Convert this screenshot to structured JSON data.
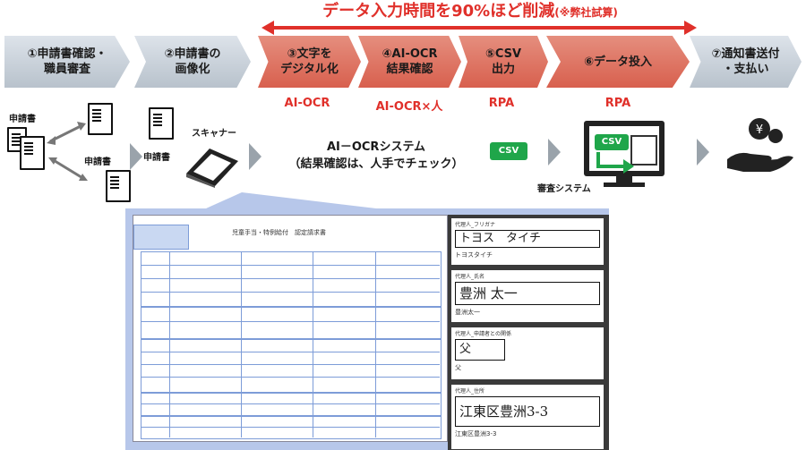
{
  "banner": {
    "main": "データ入力時間を90%ほど削減",
    "note": "(※弊社試算)"
  },
  "colors": {
    "accent_red": "#e0302a",
    "csv_green": "#1fa64a",
    "panel_blue": "#b7c7ea"
  },
  "steps": [
    {
      "label": "①申請書確認・\n職員審査"
    },
    {
      "label": "②申請書の\n画像化"
    },
    {
      "label": "③文字を\nデジタル化"
    },
    {
      "label": "④AI-OCR\n結果確認"
    },
    {
      "label": "⑤CSV\n出力"
    },
    {
      "label": "⑥データ投入"
    },
    {
      "label": "⑦通知書送付\n・支払い"
    }
  ],
  "tools": {
    "t3": "AI-OCR",
    "t4": "AI-OCR×人",
    "t5": "RPA",
    "t6": "RPA"
  },
  "row2": {
    "shinseisho_1": "申請書",
    "shinseisho_2": "申請書",
    "shinseisho_3": "申請書",
    "scanner": "スキャナー",
    "ocr_system_line1": "AI－OCRシステム",
    "ocr_system_line2": "（結果確認は、人手でチェック）",
    "csv_1": "CSV",
    "csv_2": "CSV",
    "shinsa_system": "審査システム",
    "icons": [
      "document-icon",
      "scanner-icon",
      "monitor-icon",
      "yen-hand-icon"
    ]
  },
  "form": {
    "title": "児童手当・特例給付　認定請求書"
  },
  "cards": [
    {
      "label": "代理人_フリガナ",
      "handwritten": "トヨス　タイチ",
      "ocr": "トヨスタイチ"
    },
    {
      "label": "代理人_氏名",
      "handwritten": "豊洲 太一",
      "ocr": "豊洲太一"
    },
    {
      "label": "代理人_申請者との関係",
      "handwritten": "父",
      "ocr": "父"
    },
    {
      "label": "代理人_住所",
      "handwritten": "江東区豊洲3-3",
      "ocr": "江東区豊洲3-3"
    }
  ]
}
